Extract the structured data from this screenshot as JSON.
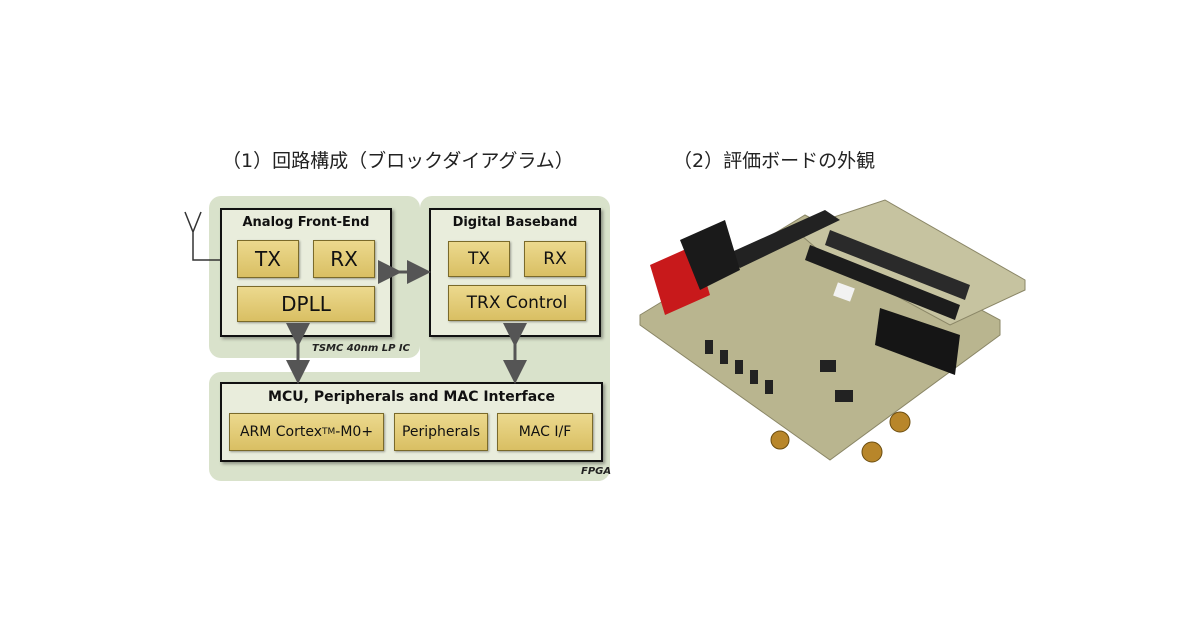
{
  "captions": {
    "left": "（1）回路構成（ブロックダイアグラム）",
    "right": "（2）評価ボードの外観"
  },
  "diagram": {
    "chip_label": "TSMC 40nm LP IC",
    "fpga_label": "FPGA",
    "analog_front_end": {
      "title": "Analog Front-End",
      "blocks": [
        "TX",
        "RX",
        "DPLL"
      ]
    },
    "digital_baseband": {
      "title": "Digital Baseband",
      "blocks": [
        "TX",
        "RX",
        "TRX Control"
      ]
    },
    "mcu": {
      "title": "MCU, Peripherals and MAC Interface",
      "arm_main": "ARM Cortex",
      "arm_tm": "TM",
      "arm_suffix": "-M0+",
      "peripherals": "Peripherals",
      "mac": "MAC I/F"
    }
  },
  "photo": {
    "description": "evaluation-board-photo"
  },
  "colors": {
    "panel_bg": "#d9e2cb",
    "block_bg": "#e9eddc",
    "sub_block": "#dcc46a"
  }
}
